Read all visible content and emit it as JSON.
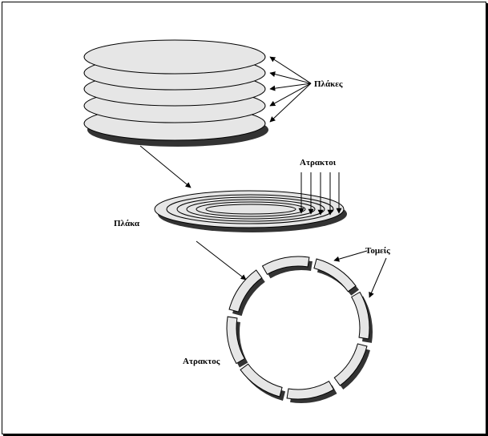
{
  "labels": {
    "platters": "Πλάκες",
    "tracks": "Ατρακτοι",
    "platter": "Πλάκα",
    "sectors": "Τομείς",
    "track": "Ατρακτος"
  },
  "colors": {
    "fill": "#e6e6e6",
    "shadow": "#333333",
    "stroke": "#000000"
  }
}
